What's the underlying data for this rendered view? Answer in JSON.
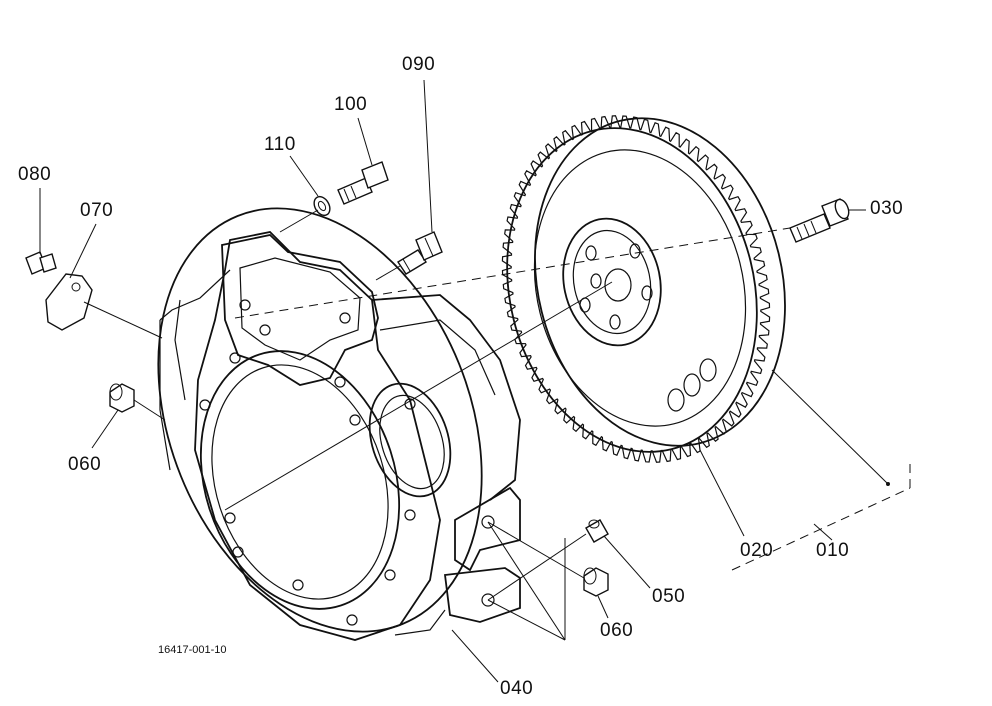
{
  "diagram": {
    "drawing_code": "16417-001-10",
    "callouts": [
      {
        "id": "c010",
        "text": "010"
      },
      {
        "id": "c020",
        "text": "020"
      },
      {
        "id": "c030",
        "text": "030"
      },
      {
        "id": "c040",
        "text": "040"
      },
      {
        "id": "c050",
        "text": "050"
      },
      {
        "id": "c060a",
        "text": "060"
      },
      {
        "id": "c060b",
        "text": "060"
      },
      {
        "id": "c070",
        "text": "070"
      },
      {
        "id": "c080",
        "text": "080"
      },
      {
        "id": "c090",
        "text": "090"
      },
      {
        "id": "c100",
        "text": "100"
      },
      {
        "id": "c110",
        "text": "110"
      }
    ]
  }
}
